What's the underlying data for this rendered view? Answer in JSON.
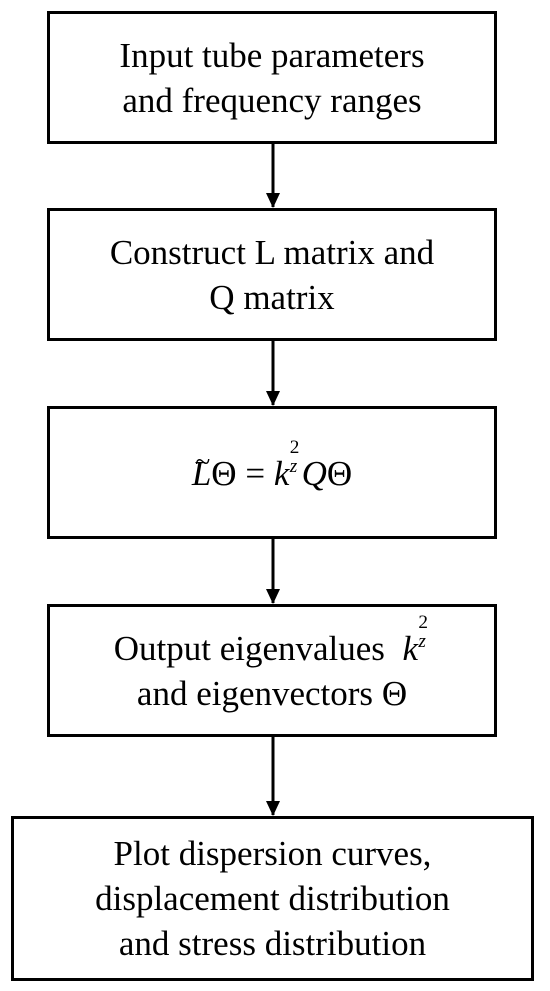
{
  "flowchart": {
    "steps": [
      {
        "id": "input",
        "lines": [
          "Input tube parameters",
          "and frequency ranges"
        ]
      },
      {
        "id": "construct",
        "lines": [
          "Construct L matrix and",
          "Q matrix"
        ]
      },
      {
        "id": "equation",
        "formula": {
          "lhs_symbol": "L",
          "lhs_accent": "~",
          "lhs_var": "Θ",
          "equals": "=",
          "k": "k",
          "k_sub": "z",
          "k_sup": "2",
          "q": "Q",
          "rhs_var": "Θ"
        }
      },
      {
        "id": "output",
        "line1_text": "Output eigenvalues",
        "line1_k": "k",
        "line1_sub": "z",
        "line1_sup": "2",
        "line2_text": "and eigenvectors",
        "line2_symbol": "Θ"
      },
      {
        "id": "plot",
        "lines": [
          "Plot dispersion curves,",
          "displacement distribution",
          "and stress distribution"
        ]
      }
    ]
  }
}
